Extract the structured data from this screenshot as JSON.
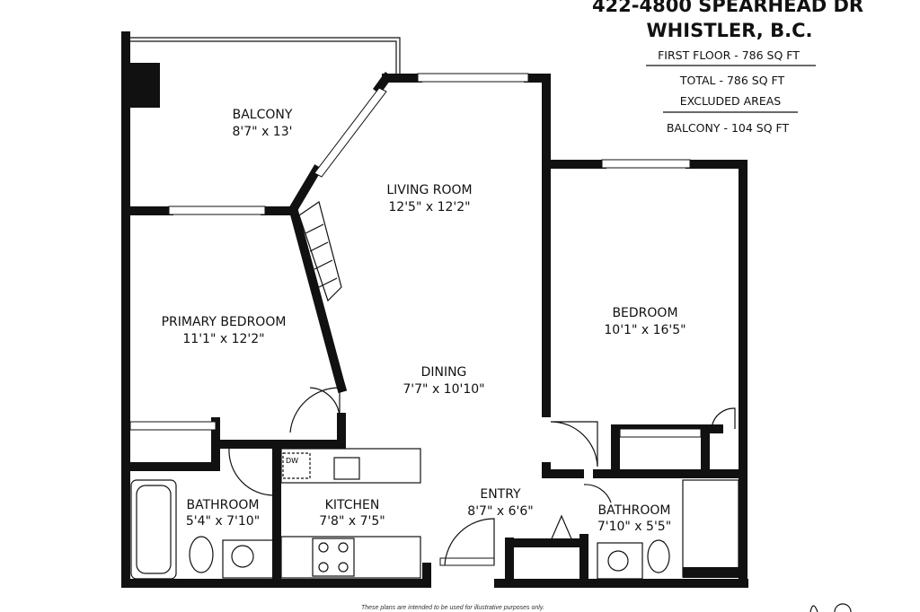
{
  "header": {
    "address_line1": "422-4800 SPEARHEAD DR",
    "address_line2": "WHISTLER, B.C.",
    "first_floor": "FIRST FLOOR - 786 SQ FT",
    "total": "TOTAL  -  786 SQ FT",
    "excluded_heading": "EXCLUDED AREAS",
    "balcony_area": "BALCONY - 104 SQ FT"
  },
  "rooms": [
    {
      "name": "BALCONY",
      "dims": "8'7\" x 13'"
    },
    {
      "name": "LIVING ROOM",
      "dims": "12'5\" x 12'2\""
    },
    {
      "name": "PRIMARY BEDROOM",
      "dims": "11'1\" x 12'2\""
    },
    {
      "name": "BEDROOM",
      "dims": "10'1\" x 16'5\""
    },
    {
      "name": "DINING",
      "dims": "7'7\" x 10'10\""
    },
    {
      "name": "BATHROOM",
      "dims": "5'4\" x 7'10\""
    },
    {
      "name": "KITCHEN",
      "dims": "7'8\" x 7'5\""
    },
    {
      "name": "ENTRY",
      "dims": "8'7\" x 6'6\""
    },
    {
      "name": "BATHROOM",
      "dims": "7'10\" x 5'5\""
    }
  ],
  "appliances": {
    "dishwasher": "DW"
  },
  "footer": {
    "disclaimer": "These plans are intended to be used for illustrative purposes only."
  }
}
